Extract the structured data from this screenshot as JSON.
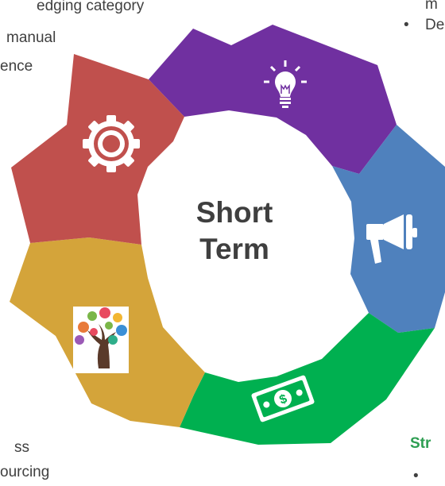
{
  "center": {
    "line1": "Short",
    "line2": "Term"
  },
  "left_text": {
    "line1": "edging category",
    "line2": "manual",
    "line3": "ence"
  },
  "right_text": {
    "line1": "m",
    "bullet": "•",
    "line2": "De"
  },
  "bottom_left_text": {
    "line1": "ss",
    "line2": "ourcing"
  },
  "bottom_right_text": {
    "heading": "Str",
    "bullet": "•"
  },
  "segments": [
    {
      "id": "ideas",
      "color": "#7030a0",
      "icon": "lightbulb-icon"
    },
    {
      "id": "marketing",
      "color": "#4f81bd",
      "icon": "megaphone-icon"
    },
    {
      "id": "finance",
      "color": "#00b050",
      "icon": "money-icon"
    },
    {
      "id": "growth",
      "color": "#d4a43a",
      "icon": "tree-icon"
    },
    {
      "id": "operations",
      "color": "#c0504d",
      "icon": "gear-icon"
    }
  ]
}
